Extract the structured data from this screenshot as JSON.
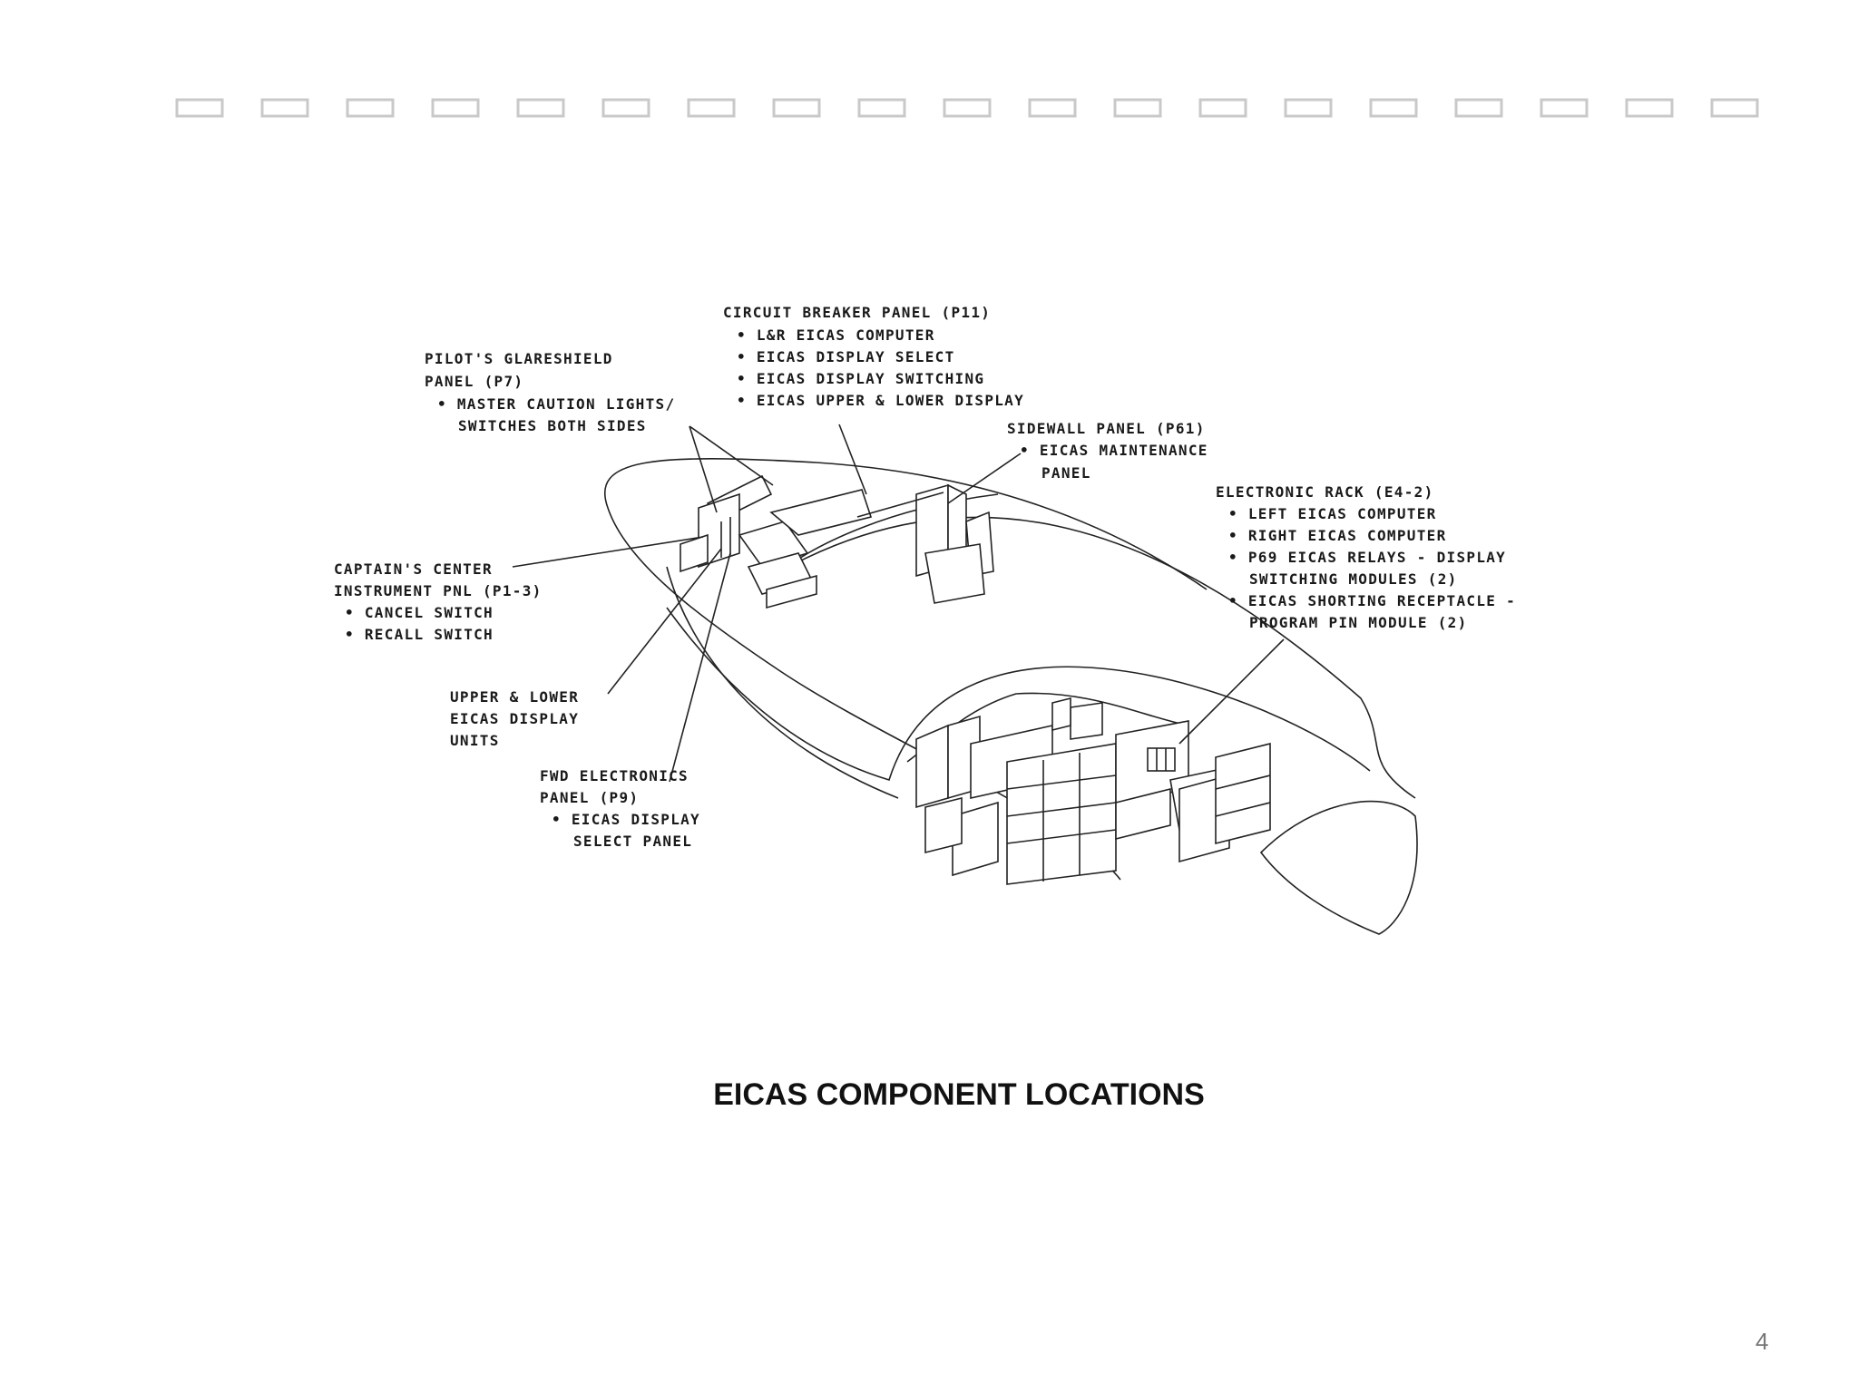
{
  "title": "EICAS COMPONENT LOCATIONS",
  "page_number": "4",
  "callouts": {
    "circuit_breaker": {
      "heading": "CIRCUIT BREAKER PANEL (P11)",
      "items": [
        "• L&R EICAS COMPUTER",
        "• EICAS DISPLAY SELECT",
        "• EICAS DISPLAY SWITCHING",
        "• EICAS UPPER & LOWER DISPLAY"
      ]
    },
    "glareshield": {
      "lines": [
        "PILOT'S GLARESHIELD",
        "PANEL (P7)",
        "• MASTER CAUTION LIGHTS/",
        "SWITCHES BOTH SIDES"
      ]
    },
    "sidewall": {
      "lines": [
        "SIDEWALL PANEL (P61)",
        "• EICAS MAINTENANCE",
        "PANEL"
      ]
    },
    "electronic_rack": {
      "lines": [
        "ELECTRONIC RACK (E4-2)",
        "• LEFT EICAS COMPUTER",
        "• RIGHT EICAS COMPUTER",
        "• P69 EICAS RELAYS - DISPLAY",
        "SWITCHING MODULES (2)",
        "• EICAS SHORTING RECEPTACLE -",
        "PROGRAM PIN MODULE (2)"
      ]
    },
    "captain_center": {
      "lines": [
        "CAPTAIN'S CENTER",
        "INSTRUMENT PNL (P1-3)",
        "• CANCEL SWITCH",
        "• RECALL SWITCH"
      ]
    },
    "display_units": {
      "lines": [
        "UPPER & LOWER",
        "EICAS DISPLAY",
        "UNITS"
      ]
    },
    "fwd_electronics": {
      "lines": [
        "FWD ELECTRONICS",
        "PANEL (P9)",
        "• EICAS DISPLAY",
        "SELECT PANEL"
      ]
    }
  }
}
